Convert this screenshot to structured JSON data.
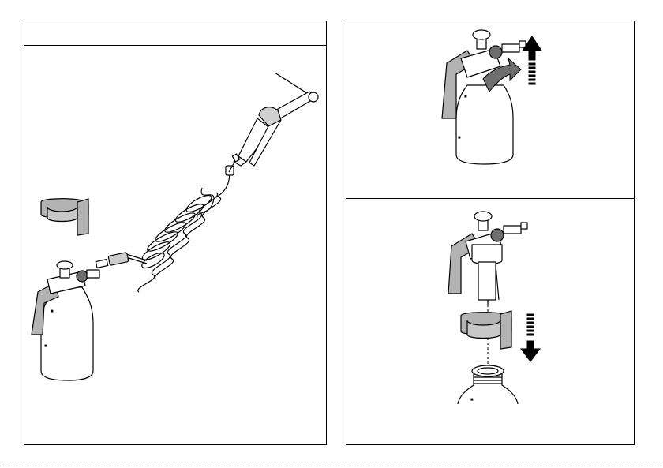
{
  "figure": {
    "left_panel": {
      "header": "",
      "parts": [
        "sprayer-bottle",
        "coiled-hose",
        "spray-gun",
        "bottle-holder-clip"
      ]
    },
    "right_panel": {
      "top_step": {
        "actions": [
          "rotate",
          "lift"
        ]
      },
      "bottom_step": {
        "actions": [
          "remove-holder",
          "pull-down"
        ]
      }
    },
    "colors": {
      "line": "#000000",
      "fill_grey": "#b3b3b3",
      "fill_dark": "#6e6e6e",
      "background": "#ffffff"
    }
  }
}
